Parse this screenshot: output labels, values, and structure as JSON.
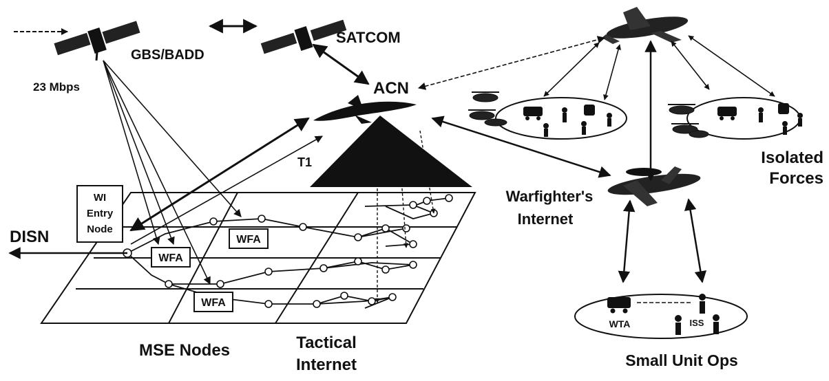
{
  "labels": {
    "gbs_badd": "GBS/BADD",
    "rate": "23 Mbps",
    "satcom": "SATCOM",
    "acn": "ACN",
    "t1": "T1",
    "disn": "DISN",
    "wi_entry_line1": "WI",
    "wi_entry_line2": "Entry",
    "wi_entry_line3": "Node",
    "wfa": "WFA",
    "mse_nodes": "MSE Nodes",
    "tactical_line1": "Tactical",
    "tactical_line2": "Internet",
    "warfighter_line1": "Warfighter's",
    "warfighter_line2": "Internet",
    "isolated_line1": "Isolated",
    "isolated_line2": "Forces",
    "small_unit_ops": "Small Unit Ops",
    "wta": "WTA",
    "iss": "ISS"
  },
  "colors": {
    "ink": "#111111",
    "paper": "#ffffff",
    "gray": "#555555"
  }
}
